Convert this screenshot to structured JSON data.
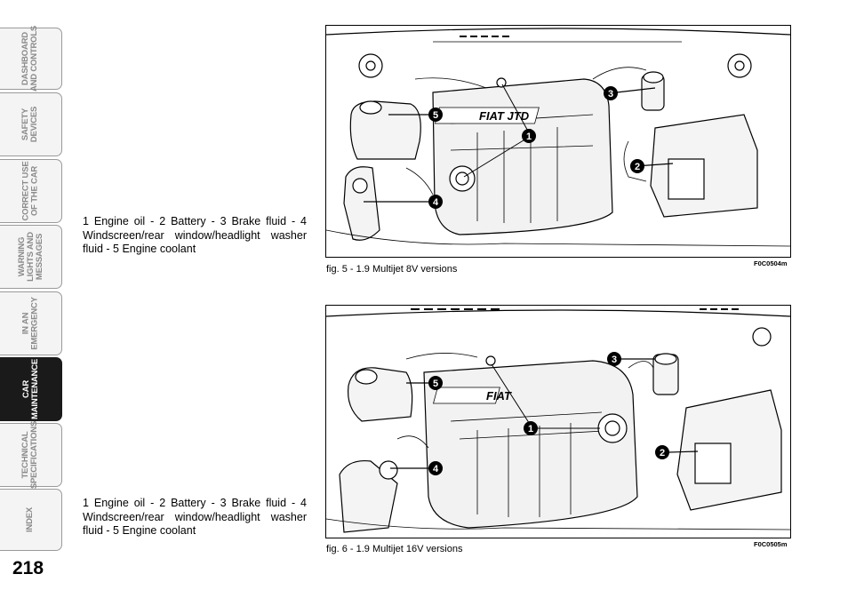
{
  "side_tabs": [
    {
      "label": "DASHBOARD\nAND CONTROLS",
      "active": false
    },
    {
      "label": "SAFETY\nDEVICES",
      "active": false
    },
    {
      "label": "CORRECT USE\nOF THE CAR",
      "active": false
    },
    {
      "label": "WARNING\nLIGHTS AND\nMESSAGES",
      "active": false
    },
    {
      "label": "IN AN\nEMERGENCY",
      "active": false
    },
    {
      "label": "CAR\nMAINTENANCE",
      "active": true
    },
    {
      "label": "TECHNICAL\nSPECIFICATIONS",
      "active": false
    },
    {
      "label": "INDEX",
      "active": false
    }
  ],
  "page_number": "218",
  "figure1": {
    "legend": "1 Engine oil - 2 Battery - 3 Brake fluid - 4 Windscreen/rear window/headlight washer fluid - 5 Engine coolant",
    "caption": "fig. 5 - 1.9 Multijet 8V versions",
    "code": "F0C0504m",
    "cover_badge": "FIAT JTD",
    "callouts": [
      "1",
      "2",
      "3",
      "4",
      "5"
    ]
  },
  "figure2": {
    "legend": "1 Engine oil - 2 Battery - 3 Brake fluid - 4 Windscreen/rear window/headlight washer fluid - 5 Engine coolant",
    "caption": "fig. 6 - 1.9 Multijet 16V versions",
    "code": "F0C0505m",
    "cover_badge": "FIAT",
    "callouts": [
      "1",
      "2",
      "3",
      "4",
      "5"
    ]
  }
}
